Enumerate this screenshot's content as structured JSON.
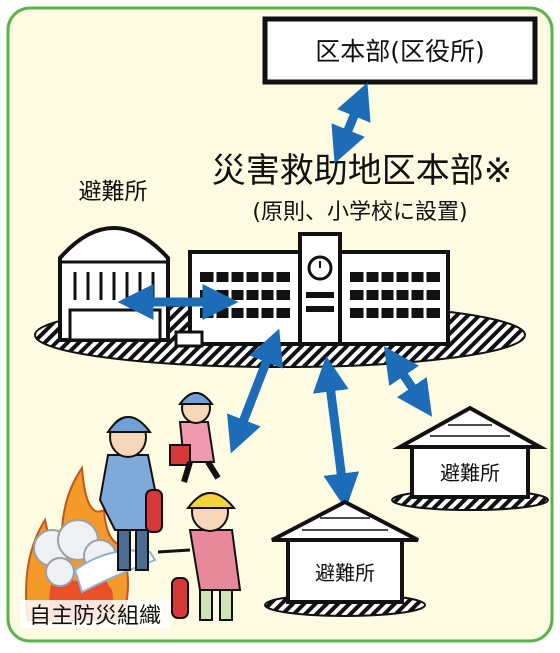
{
  "ward_office_label": "区本部(区役所)",
  "disaster_hq_title": "災害救助地区本部※",
  "disaster_hq_note": "(原則、小学校に設置)",
  "shelter_label_top": "避難所",
  "shelter_label_right": "避難所",
  "shelter_label_bottom": "避難所",
  "volunteer_org_label": "自主防災組織",
  "colors": {
    "panel_bg": "#fdfbe2",
    "panel_border": "#5ab24a",
    "arrow": "#1c6cb7",
    "fire_orange": "#f39a2b",
    "fire_red": "#e8502a",
    "helmet_blue": "#6fa0d6",
    "helmet_yellow": "#f4d23a",
    "pink": "#e7889b"
  }
}
